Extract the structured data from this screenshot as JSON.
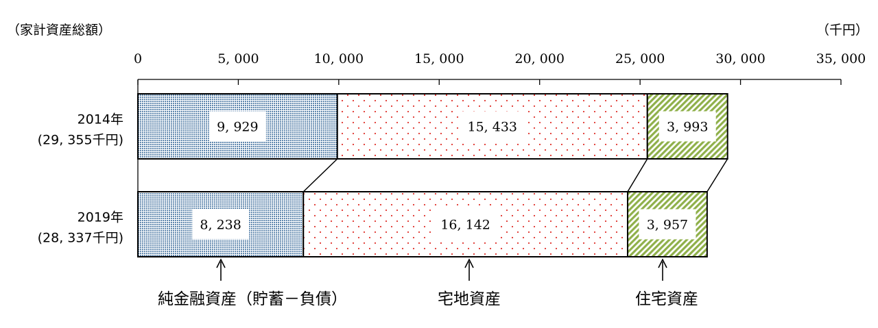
{
  "chart_data": {
    "type": "bar",
    "stacked": true,
    "orientation": "horizontal",
    "ylabel": "（家計資産総額）",
    "unit_label": "（千円）",
    "xlim": [
      0,
      35000
    ],
    "xticks": [
      0,
      5000,
      10000,
      15000,
      20000,
      25000,
      30000,
      35000
    ],
    "xtick_labels": [
      "0",
      "5, 000",
      "10, 000",
      "15, 000",
      "20, 000",
      "25, 000",
      "30, 000",
      "35, 000"
    ],
    "categories": [
      {
        "year": "2014年",
        "total": "(29, 355千円)"
      },
      {
        "year": "2019年",
        "total": "(28, 337千円)"
      }
    ],
    "series": [
      {
        "name": "純金融資産（貯蓄－負債）",
        "values": [
          9929,
          8238
        ],
        "value_labels": [
          "9, 929",
          "8, 238"
        ],
        "color": "#6b93b8",
        "pattern": "dense-dots"
      },
      {
        "name": "宅地資産",
        "values": [
          15433,
          16142
        ],
        "value_labels": [
          "15, 433",
          "16, 142"
        ],
        "color": "#e0302a",
        "pattern": "sparse-dots"
      },
      {
        "name": "住宅資産",
        "values": [
          3993,
          3957
        ],
        "value_labels": [
          "3, 993",
          "3, 957"
        ],
        "color": "#8fb04a",
        "pattern": "diagonal-stripes"
      }
    ],
    "grid": false,
    "legend": "bottom-arrows"
  }
}
